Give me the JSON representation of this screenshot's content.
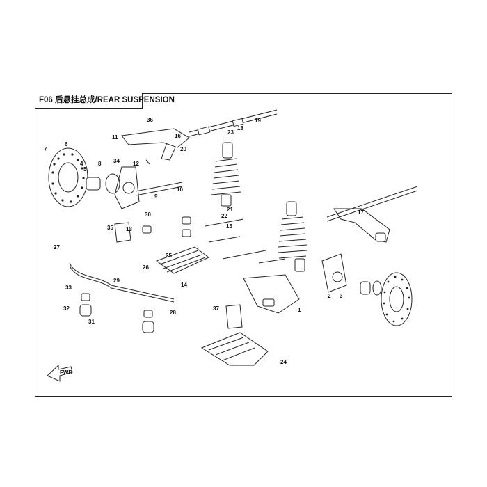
{
  "title": "F06 后悬挂总成/REAR SUSPENSION",
  "fwd_label": "FWD",
  "callouts": [
    "1",
    "2",
    "3",
    "4",
    "5",
    "6",
    "7",
    "8",
    "9",
    "10",
    "11",
    "12",
    "13",
    "14",
    "15",
    "16",
    "17",
    "18",
    "19",
    "20",
    "21",
    "22",
    "23",
    "24",
    "25",
    "26",
    "27",
    "28",
    "29",
    "30",
    "31",
    "32",
    "33",
    "34",
    "35",
    "36",
    "37"
  ]
}
